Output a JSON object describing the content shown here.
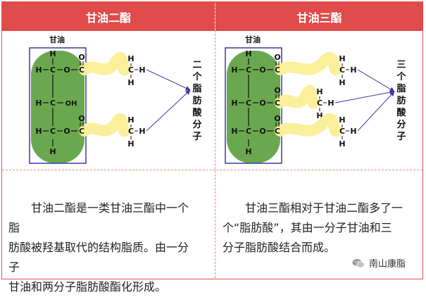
{
  "panels": {
    "left": {
      "header": "甘油二酯",
      "glycerol_label": "甘油",
      "side_label": "二个脂肪酸分子",
      "description_lines": [
        "甘油二酯是一类甘油三酯中一个脂",
        "肪酸被羟基取代的结构脂质。由一分子",
        "甘油和两分子脂肪酸酯化形成。"
      ]
    },
    "right": {
      "header": "甘油三酯",
      "glycerol_label": "甘油",
      "side_label": "三个脂肪酸分子",
      "description_lines": [
        "甘油三酯相对于甘油二酯多了一",
        "个“脂肪酸”，其由一分子甘油和三",
        "分子脂肪酸结合而成。"
      ]
    }
  },
  "watermark": {
    "text": "南山康脂",
    "icon": "wechat-icon"
  },
  "colors": {
    "header": "#e04b4b",
    "glycerol": "#6aa84f",
    "fatty_acid": "#fbef9b",
    "arrow": "#3a3aa0"
  },
  "atoms": {
    "H": "H",
    "C": "C",
    "O": "O",
    "OH": "OH"
  }
}
